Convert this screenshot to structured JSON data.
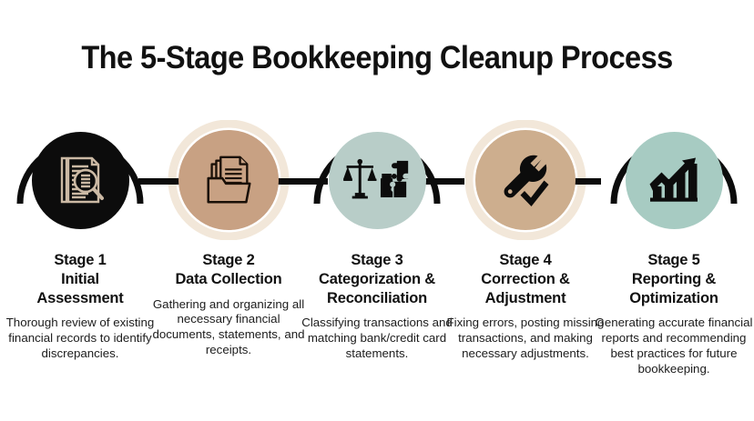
{
  "title": "The 5-Stage Bookkeeping Cleanup Process",
  "theme": {
    "background": "#ffffff",
    "line_color": "#0c0c0c",
    "text_color": "#111111",
    "ring_cream": "#f2e7d9"
  },
  "stages": [
    {
      "number": "Stage 1",
      "name": "Initial\nAssessment",
      "name_line1": "Initial",
      "name_line2": "Assessment",
      "description": "Thorough review of existing financial records to identify discrepancies.",
      "icon": "document-magnifier-icon",
      "disc_color": "#0c0c0c",
      "icon_color": "#cbb9a4",
      "ring_style": "black-arc",
      "ring_color": "#0c0c0c"
    },
    {
      "number": "Stage 2",
      "name": "Data Collection",
      "name_line1": "Data Collection",
      "name_line2": "",
      "description": "Gathering and organizing all necessary financial documents, statements, and receipts.",
      "icon": "folder-documents-icon",
      "disc_color": "#c8a183",
      "icon_color": "#1a1008",
      "ring_style": "cream-ring",
      "ring_color": "#f2e7d9"
    },
    {
      "number": "Stage 3",
      "name": "Categorization &\nReconciliation",
      "name_line1": "Categorization &",
      "name_line2": "Reconciliation",
      "description": "Classifying transactions and matching bank/credit card statements.",
      "icon": "scales-puzzle-icon",
      "disc_color": "#b8cdc8",
      "icon_color": "#0c0c0c",
      "ring_style": "black-arc",
      "ring_color": "#0c0c0c"
    },
    {
      "number": "Stage 4",
      "name": "Correction &\nAdjustment",
      "name_line1": "Correction &",
      "name_line2": "Adjustment",
      "description": "Fixing errors, posting missing transactions, and making necessary adjustments.",
      "icon": "wrench-check-icon",
      "disc_color": "#cdae8e",
      "icon_color": "#0c0c0c",
      "ring_style": "cream-ring",
      "ring_color": "#f2e7d9"
    },
    {
      "number": "Stage 5",
      "name": "Reporting &\nOptimization",
      "name_line1": "Reporting &",
      "name_line2": "Optimization",
      "description": "Generating accurate financial reports and recommending best practices for future bookkeeping.",
      "icon": "growth-bar-chart-icon",
      "disc_color": "#a7cbc2",
      "icon_color": "#0c0c0c",
      "ring_style": "black-arc",
      "ring_color": "#0c0c0c"
    }
  ]
}
